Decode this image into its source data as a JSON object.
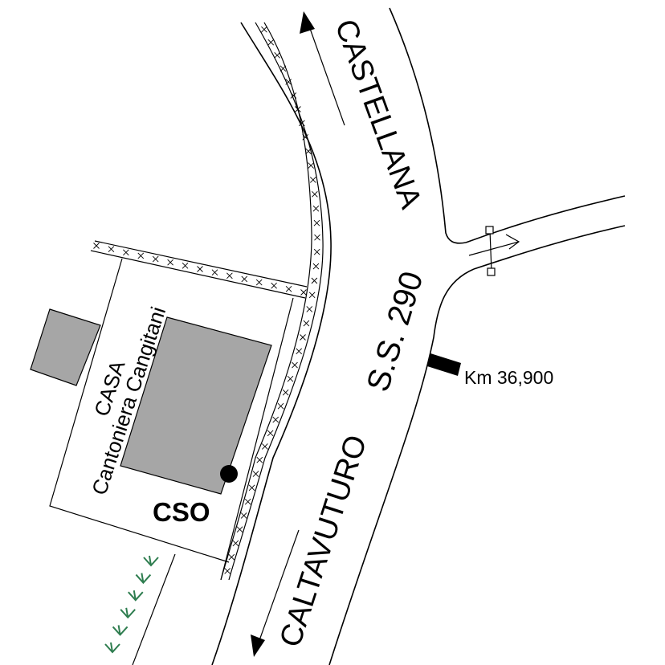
{
  "labels": {
    "castellana": "CASTELLANA",
    "caltavuturo": "CALTAVUTURO",
    "road_number": "S.S. 290",
    "km_marker": "Km 36,900",
    "building_line1": "CASA",
    "building_line2": "Cantoniera Cangitani",
    "station": "CSO"
  },
  "colors": {
    "ink": "#000000",
    "building_fill": "#a6a6a6",
    "trees": "#2e7d4f",
    "background": "#ffffff"
  },
  "icons": {
    "north_arrow": "arrow-up-left-icon",
    "south_arrow": "arrow-down-left-icon",
    "station_marker": "filled-circle-icon",
    "km_marker": "black-bar-icon",
    "trees": "tree-symbol-icon"
  }
}
